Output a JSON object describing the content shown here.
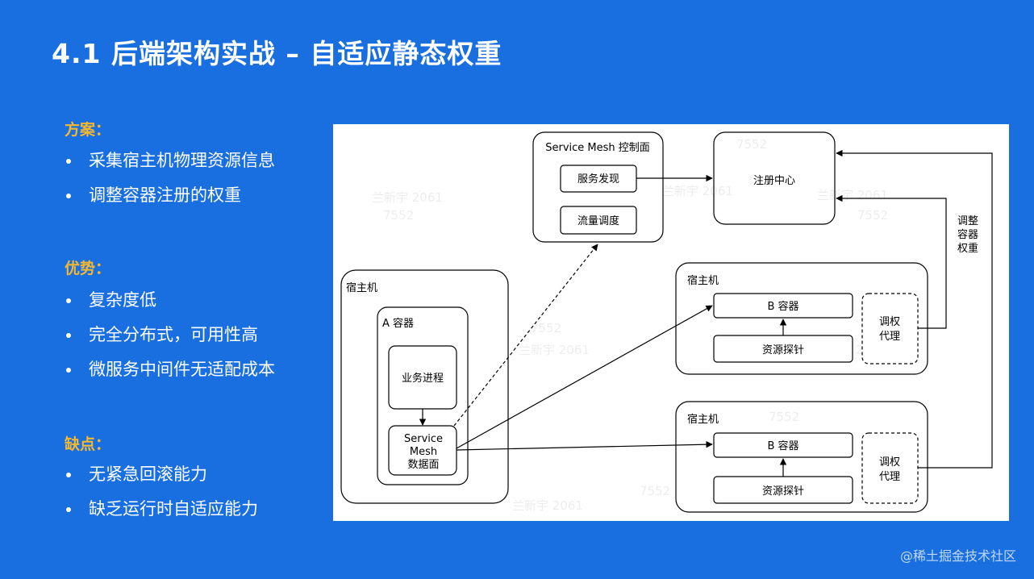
{
  "title": "4.1  后端架构实战 – 自适应静态权重",
  "sections": [
    {
      "heading": "方案：",
      "items": [
        "采集宿主机物理资源信息",
        "调整容器注册的权重"
      ]
    },
    {
      "heading": "优势：",
      "items": [
        "复杂度低",
        "完全分布式，可用性高",
        "微服务中间件无适配成本"
      ]
    },
    {
      "heading": "缺点：",
      "items": [
        "无紧急回滚能力",
        "缺乏运行时自适应能力"
      ]
    }
  ],
  "diagram": {
    "control_plane": {
      "label": "Service Mesh 控制面",
      "service_discovery": "服务发现",
      "traffic_scheduling": "流量调度"
    },
    "registry": "注册中心",
    "adjust_weight": [
      "调整",
      "容器",
      "权重"
    ],
    "host_a": {
      "label": "宿主机",
      "container": "A 容器",
      "business_process": "业务进程",
      "data_plane": [
        "Service",
        "Mesh",
        "数据面"
      ]
    },
    "host_b1": {
      "label": "宿主机",
      "container": "B 容器",
      "probe": "资源探针",
      "agent": [
        "调权",
        "代理"
      ]
    },
    "host_b2": {
      "label": "宿主机",
      "container": "B 容器",
      "probe": "资源探针",
      "agent": [
        "调权",
        "代理"
      ]
    },
    "overlay_marks": [
      "兰新宇 2061",
      "7552"
    ]
  },
  "watermark": "@稀土掘金技术社区",
  "colors": {
    "background": "#1a6fe0",
    "heading": "#f5b82e",
    "text": "#ffffff",
    "diagram_stroke": "#000000"
  }
}
